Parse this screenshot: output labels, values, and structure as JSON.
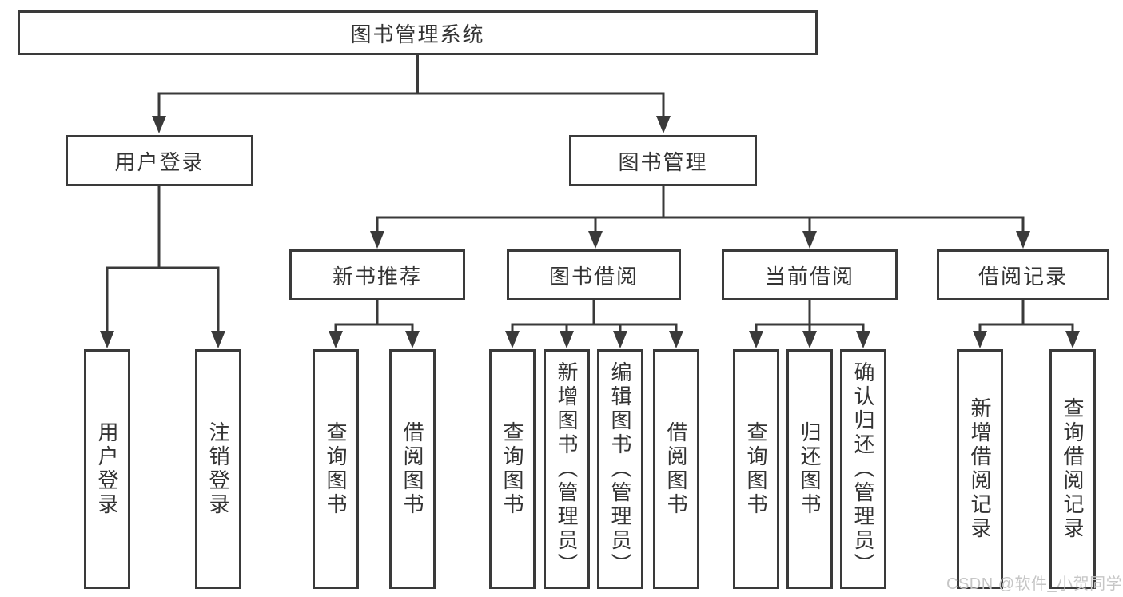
{
  "colors": {
    "line": "#3a3a3a",
    "text": "#333333",
    "box_bg": "#ffffff",
    "watermark": "#c6c6c6",
    "background": "#ffffff"
  },
  "watermark": {
    "text": "CSDN @软件_小贺同学"
  },
  "tree": {
    "label": "图书管理系统",
    "children": [
      {
        "label": "用户登录",
        "children": [
          {
            "label": "用户登录"
          },
          {
            "label": "注销登录"
          }
        ]
      },
      {
        "label": "图书管理",
        "children": [
          {
            "label": "新书推荐",
            "children": [
              {
                "label": "查询图书"
              },
              {
                "label": "借阅图书"
              }
            ]
          },
          {
            "label": "图书借阅",
            "children": [
              {
                "label": "查询图书"
              },
              {
                "label": "新增图书（管理员）"
              },
              {
                "label": "编辑图书（管理员）"
              },
              {
                "label": "借阅图书"
              }
            ]
          },
          {
            "label": "当前借阅",
            "children": [
              {
                "label": "查询图书"
              },
              {
                "label": "归还图书"
              },
              {
                "label": "确认归还（管理员）"
              }
            ]
          },
          {
            "label": "借阅记录",
            "children": [
              {
                "label": "新增借阅记录"
              },
              {
                "label": "查询借阅记录"
              }
            ]
          }
        ]
      }
    ]
  }
}
